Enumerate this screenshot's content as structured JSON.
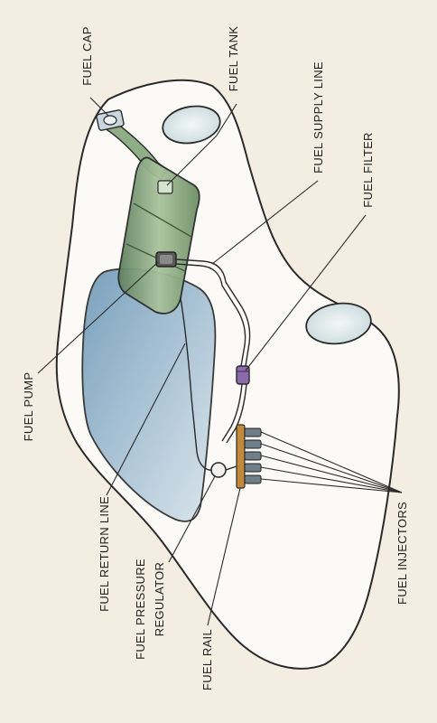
{
  "labels": {
    "fuel_cap": "FUEL CAP",
    "fuel_tank": "FUEL TANK",
    "fuel_supply_line": "FUEL SUPPLY LINE",
    "fuel_filter": "FUEL FILTER",
    "fuel_pump": "FUEL PUMP",
    "fuel_return_line": "FUEL RETURN LINE",
    "fuel_pressure_line1": "FUEL PRESSURE",
    "fuel_pressure_line2": "REGULATOR",
    "fuel_rail": "FUEL RAIL",
    "fuel_injectors": "FUEL INJECTORS"
  },
  "colors": {
    "page_background": "#f3ede2",
    "car_body": "#fbfaf6",
    "outline": "#2a2a2a",
    "fuel_tank": "#7a9a72",
    "window_glass": "#8fb0c8",
    "filter": "#8a6aa8",
    "rail": "#c08a3a"
  }
}
